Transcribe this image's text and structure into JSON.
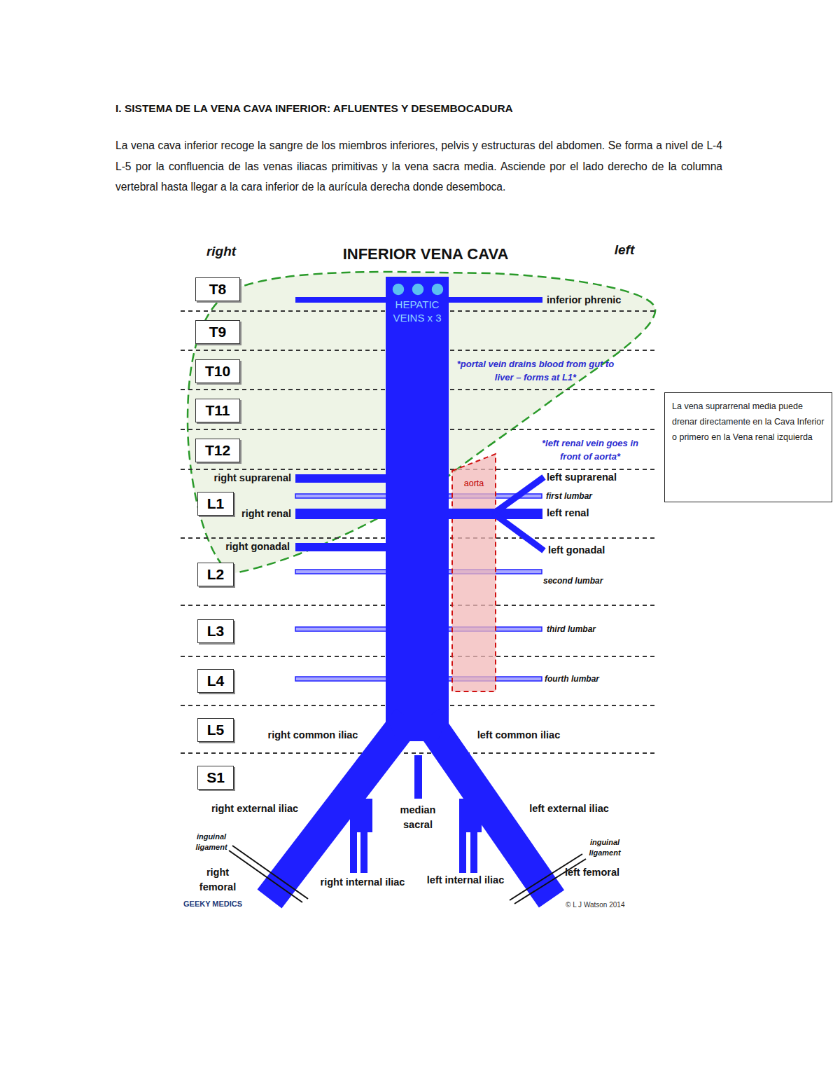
{
  "diagram": {
    "title": "I. SISTEMA DE LA VENA CAVA INFERIOR: AFLUENTES Y DESEMBOCADURA",
    "nodes": [
      {
        "text": [
          "T8"
        ]
      },
      {
        "text": [
          "T9"
        ]
      },
      {
        "text": [
          "T10"
        ]
      },
      {
        "text": [
          "T11"
        ]
      },
      {
        "text": [
          "T12"
        ]
      },
      {
        "text": [
          "L1"
        ]
      },
      {
        "text": [
          "L2"
        ]
      },
      {
        "text": [
          "L3"
        ]
      },
      {
        "text": [
          "L4"
        ]
      },
      {
        "text": [
          "L5"
        ]
      },
      {
        "text": [
          "S1"
        ]
      },
      {
        "text": [
          "HEPATIC VEINS x 3"
        ]
      },
      {
        "text": [
          "aorta"
        ]
      },
      {
        "text": [
          "La vena suprarrenal media puede drenar directamente en la Cava Inferior o primero en la Vena renal izquierda"
        ]
      }
    ],
    "labels": [
      "La vena cava inferior recoge la sangre de los miembros inferiores, pelvis y estructuras del abdomen. Se forma a nivel de L-4 L-5 por la confluencia de las venas iliacas primitivas y la vena sacra media. Asciende por el lado derecho de la columna vertebral hasta llegar a la cara inferior de la aurícula derecha donde desemboca.",
      "INFERIOR VENA CAVA",
      "right",
      "left",
      "inferior phrenic",
      "*portal vein drains blood from gut to liver – forms at L1*",
      "*left renal vein goes in front of aorta*",
      "right suprarenal",
      "left suprarenal",
      "first lumbar",
      "right renal",
      "left renal",
      "right gonadal",
      "left gonadal",
      "second lumbar",
      "third lumbar",
      "fourth lumbar",
      "right common iliac",
      "left common iliac",
      "median sacral",
      "right external iliac",
      "left external iliac",
      "inguinal ligament",
      "inguinal ligament",
      "right femoral",
      "left femoral",
      "right internal iliac",
      "left internal iliac",
      "GEEKY MEDICS",
      "© L J Watson 2014"
    ]
  }
}
